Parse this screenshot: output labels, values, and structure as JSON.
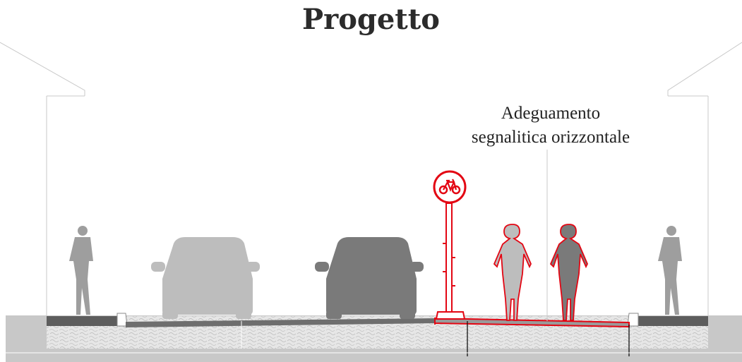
{
  "title": "Progetto",
  "annotation": {
    "line1": "Adeguamento",
    "line2": "segnalitica orizzontale"
  },
  "colors": {
    "project_red": "#e30613",
    "asphalt": "#6e6e6e",
    "ground": "#c8c8c8",
    "light_figure": "#bdbdbd",
    "dark_figure": "#7a7a7a"
  },
  "icons": {
    "sign": "bicycle-sign-icon",
    "pedestrian": "pedestrian-icon",
    "car": "car-rear-icon",
    "cyclist": "cyclist-icon"
  }
}
